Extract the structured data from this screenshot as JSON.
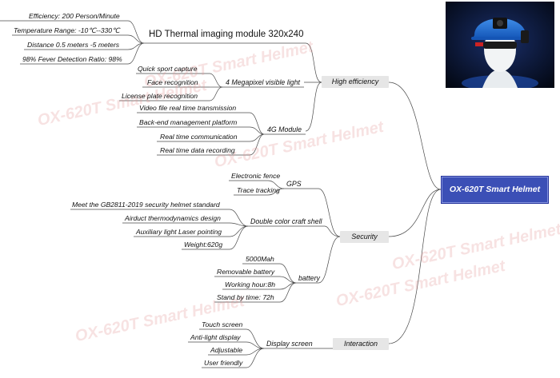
{
  "center": "OX-620T Smart Helmet",
  "watermark": "OX-620T Smart Helmet",
  "branches": {
    "efficiency": {
      "label": "High efficiency",
      "thermal": {
        "label": "HD Thermal imaging module 320x240",
        "items": [
          "Efficiency: 200 Person/Minute",
          "Temperature Range: -10℃--330℃",
          "Distance 0.5 meters -5 meters",
          "98% Fever Detection Ratio: 98%"
        ]
      },
      "visible": {
        "label": "4 Megapixel visible light",
        "items": [
          "Quick sport capture",
          "Face recognition",
          "License plate recognition"
        ]
      },
      "module4g": {
        "label": "4G Module",
        "items": [
          "Video file real time transmission",
          "Back-end management platform",
          "Real time communication",
          "Real time data recording"
        ]
      }
    },
    "security": {
      "label": "Security",
      "gps": {
        "label": "GPS",
        "items": [
          "Electronic fence",
          "Trace tracking"
        ]
      },
      "shell": {
        "label": "Double color craft shell",
        "items": [
          "Meet the GB2811-2019 security helmet standard",
          "Airduct thermodynamics design",
          "Auxiliary light Laser pointing",
          "Weight:620g"
        ]
      },
      "battery": {
        "label": "battery",
        "items": [
          "5000Mah",
          "Removable battery",
          "Working hour:8h",
          "Stand by time: 72h"
        ]
      }
    },
    "interaction": {
      "label": "Interaction",
      "display": {
        "label": "Display screen",
        "items": [
          "Touch screen",
          "Anti-light display",
          "Adjustable",
          "User friendly"
        ]
      }
    }
  }
}
